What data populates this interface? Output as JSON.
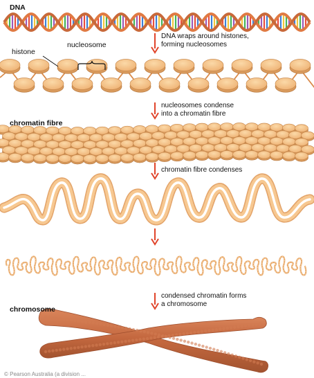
{
  "labels": {
    "dna": "DNA",
    "histone": "histone",
    "nucleosome": "nucleosome",
    "chromatin_fibre": "chromatin fibre",
    "chromosome": "chromosome"
  },
  "steps": [
    {
      "line1": "DNA wraps around histones,",
      "line2": "forming nucleosomes"
    },
    {
      "line1": "nucleosomes condense",
      "line2": "into a chromatin fibre"
    },
    {
      "line1": "chromatin fibre condenses",
      "line2": ""
    },
    {
      "line1": "",
      "line2": ""
    },
    {
      "line1": "condensed chromatin forms",
      "line2": "a chromosome"
    }
  ],
  "credit": "© Pearson Australia (a division ...",
  "colors": {
    "arrow": "#e0442a",
    "histone": "#f2be84",
    "histone_edge": "#c98a4e",
    "chromosome": "#c4683f",
    "chromosome_edge": "#9d4d2c",
    "dna_strand": "#e07a43"
  }
}
